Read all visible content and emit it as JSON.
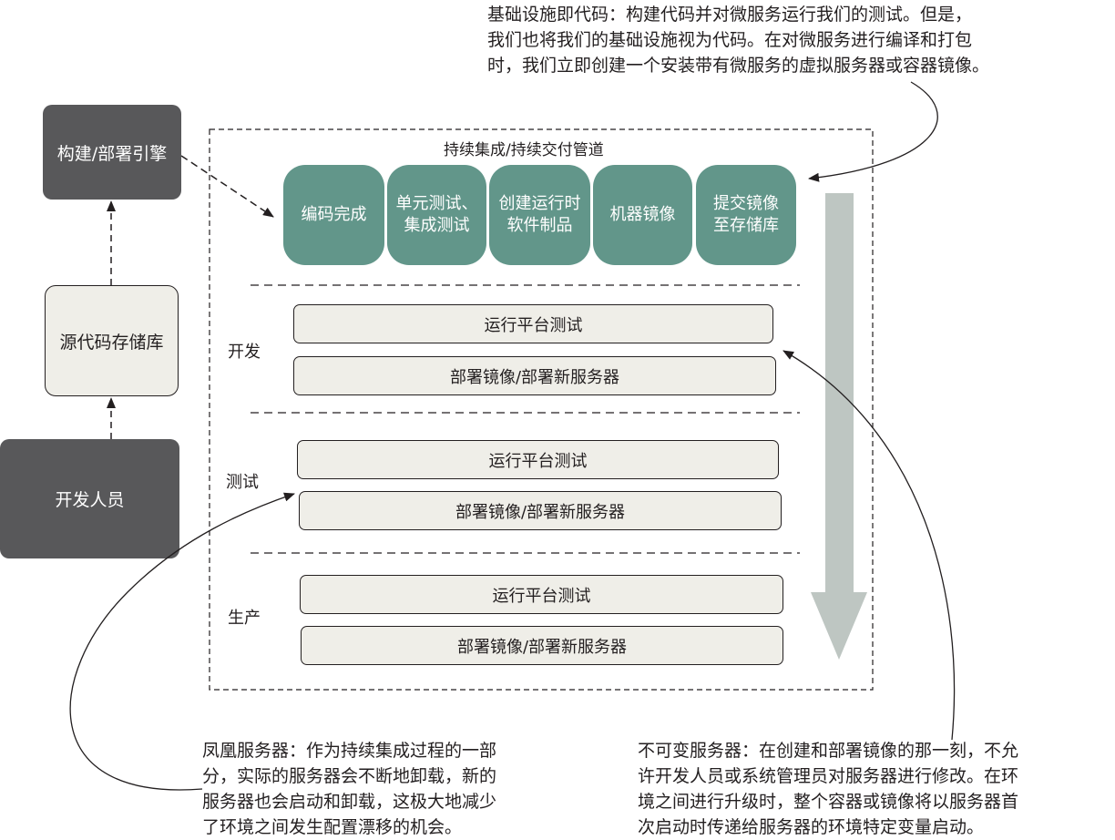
{
  "notes": {
    "top": "基础设施即代码：构建代码并对微服务运行我们的测试。但是，\n我们也将我们的基础设施视为代码。在对微服务进行编译和打包\n时，我们立即创建一个安装带有微服务的虚拟服务器或容器镜像。",
    "left": "凤凰服务器：作为持续集成过程的一部\n分，实际的服务器会不断地卸载，新的\n服务器也会启动和卸载，这极大地减少\n了环境之间发生配置漂移的机会。",
    "right": "不可变服务器：在创建和部署镜像的那一刻，不允\n许开发人员或系统管理员对服务器进行修改。在环\n境之间进行升级时，整个容器或镜像将以服务器首\n次启动时传递给服务器的环境特定变量启动。"
  },
  "left_column": {
    "build_engine": "构建/部署引擎",
    "source_repo": "源代码存储库",
    "developer": "开发人员"
  },
  "pipeline": {
    "title": "持续集成/持续交付管道",
    "stages": [
      "编码完成",
      "单元测试、\n集成测试",
      "创建运行时\n软件制品",
      "机器镜像",
      "提交镜像\n至存储库"
    ]
  },
  "environments": [
    {
      "label": "开发",
      "run_test": "运行平台测试",
      "deploy": "部署镜像/部署新服务器"
    },
    {
      "label": "测试",
      "run_test": "运行平台测试",
      "deploy": "部署镜像/部署新服务器"
    },
    {
      "label": "生产",
      "run_test": "运行平台测试",
      "deploy": "部署镜像/部署新服务器"
    }
  ],
  "colors": {
    "stage_fill": "#62968a",
    "dark_box": "#58585a",
    "light_box": "#efeee8",
    "flow_arrow": "#bec6c2"
  }
}
